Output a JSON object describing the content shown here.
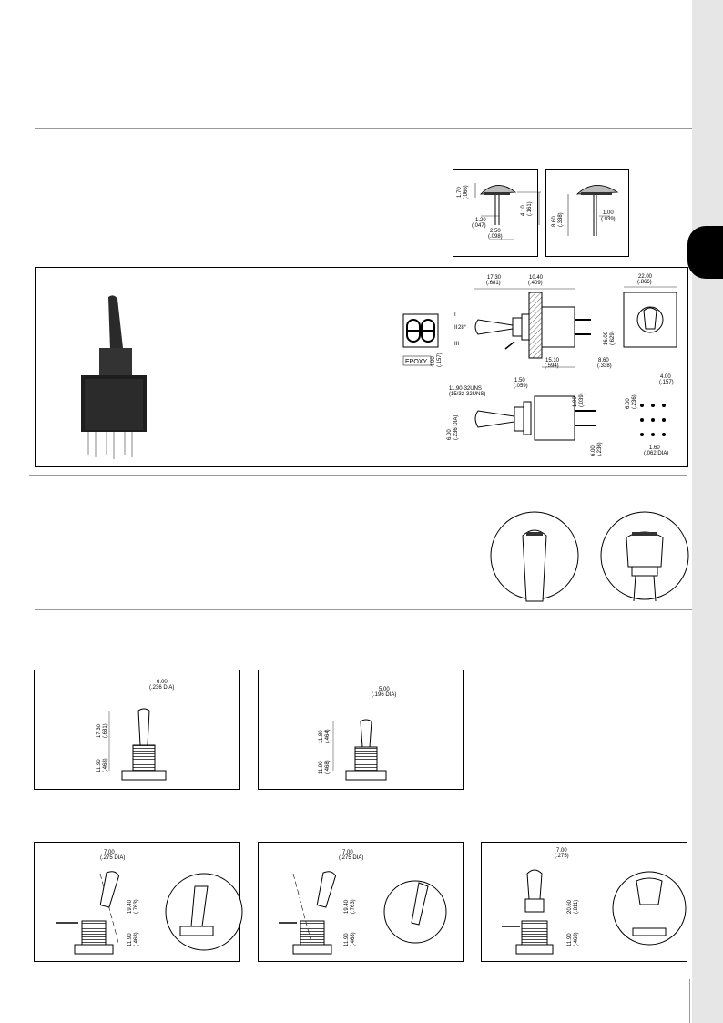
{
  "sidebar": {
    "color": "#e6e6e6",
    "tab_color": "#000000"
  },
  "accessory_a": {
    "dim1": "1.70",
    "dim1_in": "(.066)",
    "dim2": "4.10",
    "dim2_in": "(.161)",
    "dim3": "1.20",
    "dim3_in": "(.047)",
    "dim4": "2.50",
    "dim4_in": "(.098)"
  },
  "accessory_b": {
    "dim1": "8.60",
    "dim1_in": "(.338)",
    "dim2": "1.00",
    "dim2_in": "(.039)"
  },
  "main_drawing": {
    "epoxy": "EPOXY",
    "pos_i": "I",
    "pos_ii": "II",
    "pos_iii": "III",
    "angle": "28°",
    "d_400": "4.00",
    "d_400_in": "(.157)",
    "d_1730": "17.30",
    "d_1730_in": "(.681)",
    "d_1040": "10.40",
    "d_1040_in": "(.409)",
    "d_1510": "15.10",
    "d_1510_in": "(.594)",
    "d_860": "8.60",
    "d_860_in": "(.338)",
    "d_1600": "16.00",
    "d_1600_in": "(.629)",
    "d_2200": "22.00",
    "d_2200_in": "(.866)",
    "d_150": "1.50",
    "d_150_in": "(.059)",
    "thread1": "11.90-32UNS",
    "thread2": "(15/32-32UNS)",
    "d_100": "1.00",
    "d_100_in": "(.039)",
    "d_600": "6.00",
    "d_600_in": "(.236 DIA)",
    "d_600b": "6.00",
    "d_600b_in": "(.236)",
    "d_400b": "4.00",
    "d_400b_in": "(.157)",
    "d_600c": "6.00",
    "d_600c_in": "(.236)",
    "d_160": "1.60",
    "d_160_in": "(.062 DIA)"
  },
  "lever1": {
    "dia": "6.00",
    "dia_in": "(.236 DIA)",
    "h": "17.30",
    "h_in": "(.681)",
    "base": "11.90",
    "base_in": "(.468)"
  },
  "lever2": {
    "dia": "5.00",
    "dia_in": "(.196 DIA)",
    "h": "11.80",
    "h_in": "(.464)",
    "base": "11.90",
    "base_in": "(.468)"
  },
  "lock1": {
    "dia": "7.00",
    "dia_in": "(.275 DIA)",
    "h": "19.40",
    "h_in": "(.763)",
    "base": "11.90",
    "base_in": "(.468)"
  },
  "lock2": {
    "dia": "7.00",
    "dia_in": "(.275 DIA)",
    "h": "19.40",
    "h_in": "(.763)",
    "base": "11.90",
    "base_in": "(.468)"
  },
  "lock3": {
    "dia": "7.00",
    "dia_in": "(.275)",
    "h": "20.60",
    "h_in": "(.811)",
    "base": "11.90",
    "base_in": "(.468)"
  }
}
